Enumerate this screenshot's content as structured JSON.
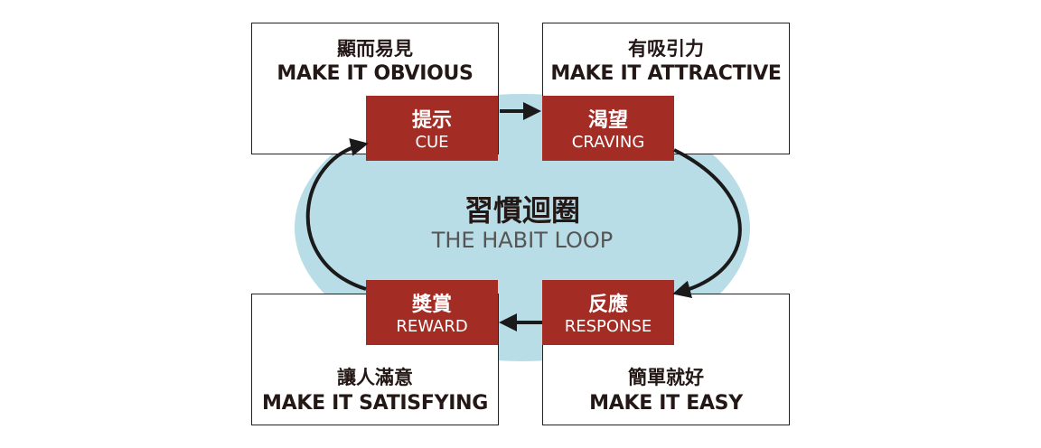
{
  "center": {
    "title_zh": "習慣迴圈",
    "title_en": "THE HABIT LOOP"
  },
  "steps": {
    "cue": {
      "zh": "提示",
      "en": "CUE"
    },
    "craving": {
      "zh": "渴望",
      "en": "CRAVING"
    },
    "response": {
      "zh": "反應",
      "en": "RESPONSE"
    },
    "reward": {
      "zh": "獎賞",
      "en": "REWARD"
    }
  },
  "laws": {
    "obvious": {
      "zh": "顯而易見",
      "en": "MAKE IT OBVIOUS"
    },
    "attractive": {
      "zh": "有吸引力",
      "en": "MAKE IT ATTRACTIVE"
    },
    "easy": {
      "zh": "簡單就好",
      "en": "MAKE IT EASY"
    },
    "satisfying": {
      "zh": "讓人滿意",
      "en": "MAKE IT SATISFYING"
    }
  },
  "colors": {
    "step_fill": "#a32c25",
    "loop_fill": "#b9dde6",
    "text": "#231815"
  }
}
